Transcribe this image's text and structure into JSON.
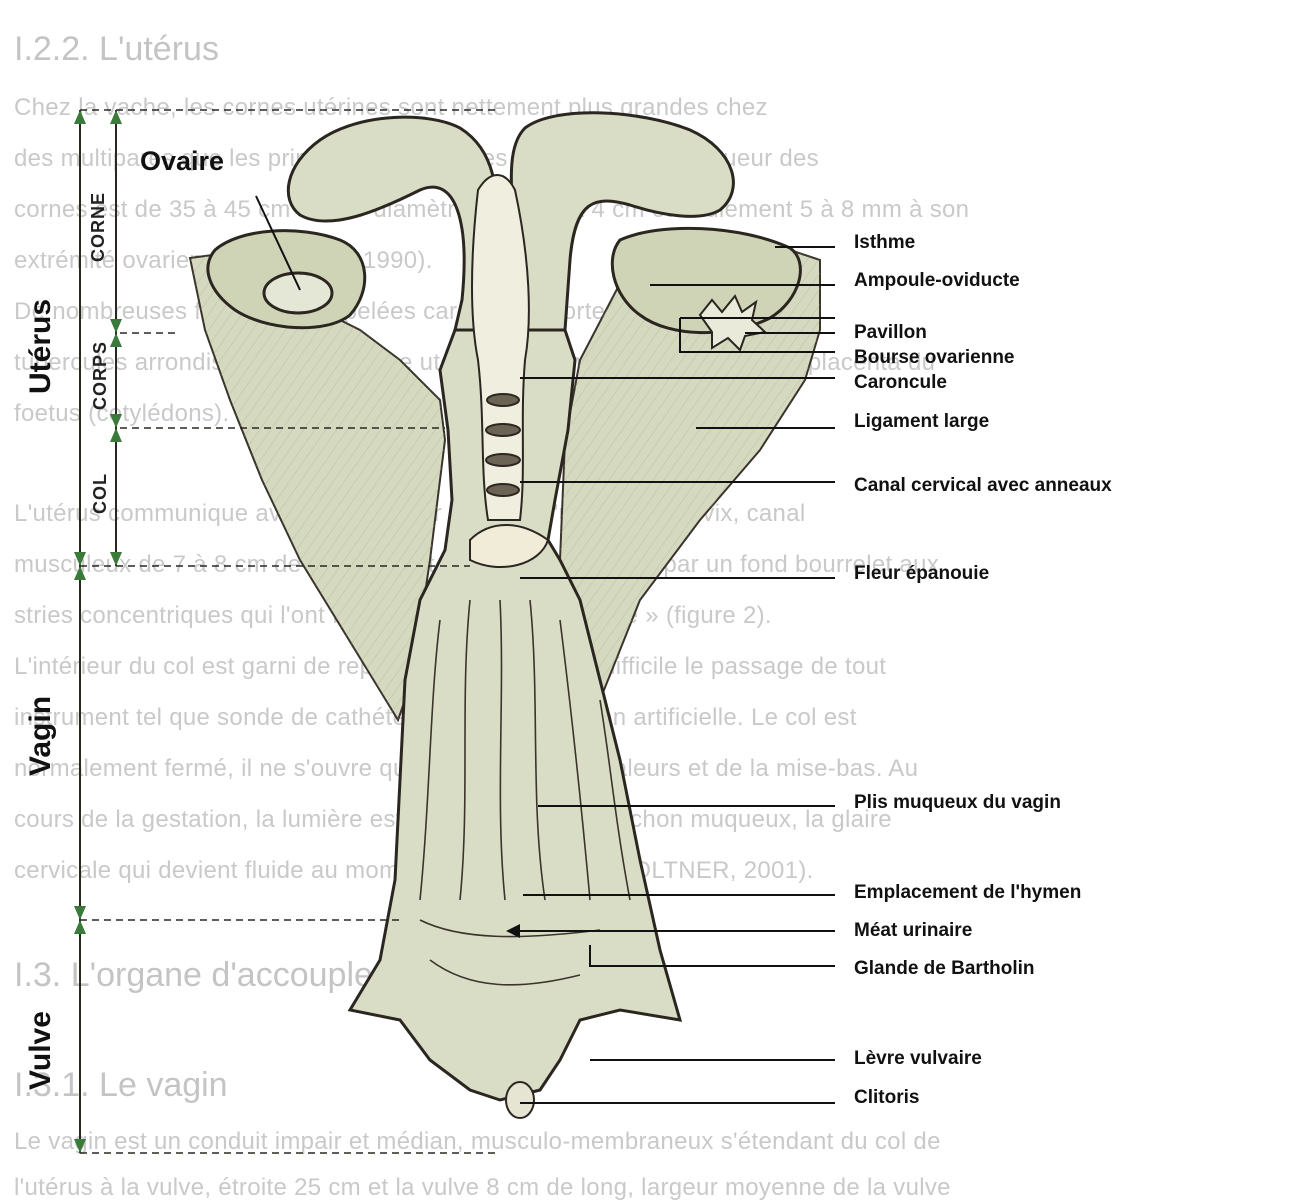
{
  "background_document": {
    "heading_1": "I.2.2. L'utérus",
    "lines_top": [
      "Chez la vache, les cornes utérines sont nettement plus grandes chez",
      "des multipares que les primipares et chez les multipares. La longueur des",
      "cornes est de 35 à 45 cm et leur diamètre est de 3 à 4 cm et seulement 5 à 8 mm à son",
      "extrémité ovarienne (BARONE, 1990).",
      "De nombreuses formations appelées caroncules portent une centaine de",
      "tubercules arrondis sur la muqueuse utérine qui sont le lieu d'attache du placenta du",
      "foetus (cotylédons)."
    ],
    "lines_middle": [
      "L'utérus communique avec le vagin par le col de l'utérus ou cervix, canal",
      "musculeux de 7 à 8 cm de long qui fait saillie dans le vagin par un fond bourrelet aux",
      "stries concentriques qui l'ont fait appeler « fleur épanouie » (figure 2).",
      "L'intérieur du col est garni de replis muqueux rendant difficile le passage de tout",
      "instrument tel que sonde de cathéter pour l'insémination artificielle. Le col est",
      "normalement fermé, il ne s'ouvre qu'au moment des chaleurs et de la mise-bas. Au",
      "cours de la gestation, la lumière est obstruée par un bouchon muqueux, la glaire",
      "cervicale qui devient fluide au moment de la mise-bas (SOLTNER, 2001)."
    ],
    "heading_2": "I.3. L'organe d'accouplement",
    "heading_3": "I.3.1. Le vagin",
    "lines_bottom": [
      "Le vagin est un conduit impair et médian, musculo-membraneux s'étendant du col de",
      "l'utérus à la vulve, étroite 25 cm et la vulve 8 cm de long, largeur moyenne de la vulve"
    ]
  },
  "regions": {
    "uterus": "Utérus",
    "vagin": "Vagin",
    "vulve": "Vulve"
  },
  "subregions": {
    "corne": "CORNE",
    "corps": "CORPS",
    "col": "COL"
  },
  "ovaire_label": "Ovaire",
  "labels": [
    "Isthme",
    "Ampoule-oviducte",
    "Pavillon",
    "Bourse ovarienne",
    "Caroncule",
    "Ligament large",
    "Canal cervical avec anneaux",
    "Fleur épanouie",
    "Plis muqueux du vagin",
    "Emplacement de l'hymen",
    "Méat urinaire",
    "Glande de Bartholin",
    "Lèvre vulvaire",
    "Clitoris"
  ],
  "colors": {
    "tissue_fill": "#d9ddc6",
    "tissue_shade": "#c6cbb0",
    "tissue_dark": "#b9bfa2",
    "ink": "#2b2620",
    "arrow_green": "#3a7a3a",
    "background_text": "#c9c9c9"
  }
}
